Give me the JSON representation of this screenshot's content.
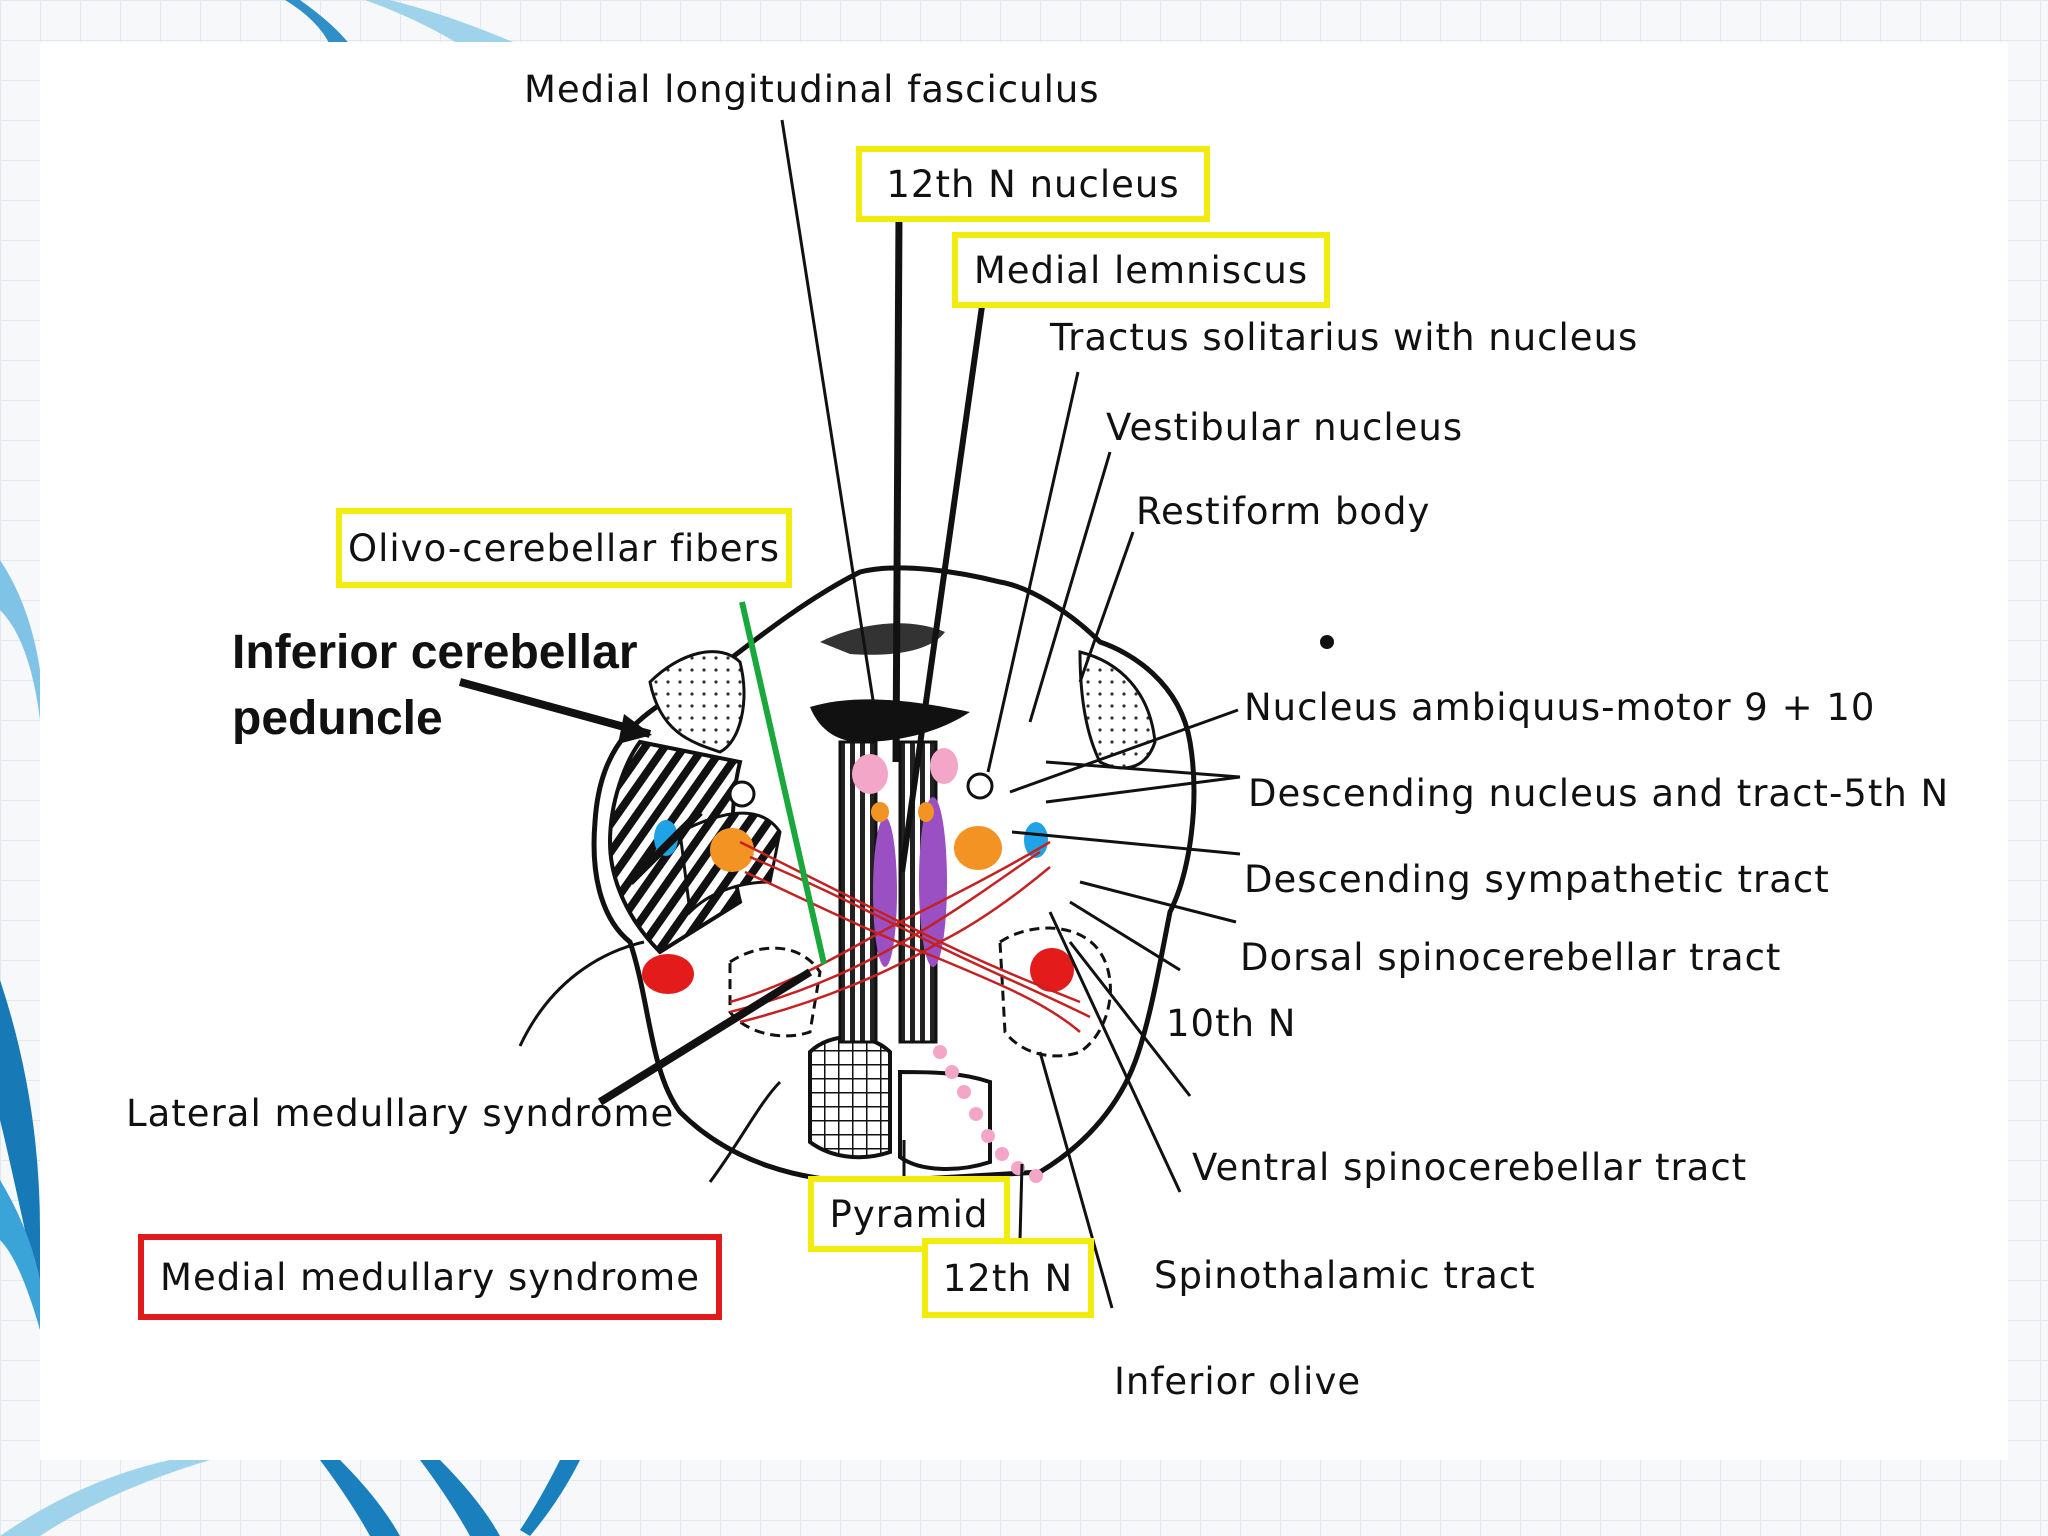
{
  "labels": {
    "mlf": "Medial longitudinal fasciculus",
    "n12_nucleus": "12th N nucleus",
    "medial_lemniscus": "Medial lemniscus",
    "tractus_solitarius": "Tractus solitarius with nucleus",
    "vestibular": "Vestibular nucleus",
    "restiform": "Restiform body",
    "olivo_cerebellar": "Olivo-cerebellar fibers",
    "icp_line1": "Inferior cerebellar",
    "icp_line2": "peduncle",
    "nucleus_ambiguus": "Nucleus ambiquus-motor 9 + 10",
    "descending_5th": "Descending nucleus and tract-5th N",
    "sympathetic": "Descending sympathetic tract",
    "dorsal_spino": "Dorsal spinocerebellar tract",
    "n10": "10th N",
    "lateral_syndrome": "Lateral medullary syndrome",
    "ventral_spino": "Ventral spinocerebellar tract",
    "pyramid": "Pyramid",
    "spinothalamic": "Spinothalamic tract",
    "medial_syndrome": "Medial medullary syndrome",
    "n12": "12th N",
    "inferior_olive": "Inferior olive"
  },
  "colors": {
    "highlight_box": "#f2ec0c",
    "syndrome_box": "#e01b1b",
    "olivo_pointer": "#1aa83c",
    "nucleus_orange": "#f39323",
    "tract_blue": "#1fa3e6",
    "tract_red": "#e31b1b",
    "pink": "#f4a6c8",
    "purple": "#9a4fc2",
    "fiber_red": "#c42222"
  }
}
